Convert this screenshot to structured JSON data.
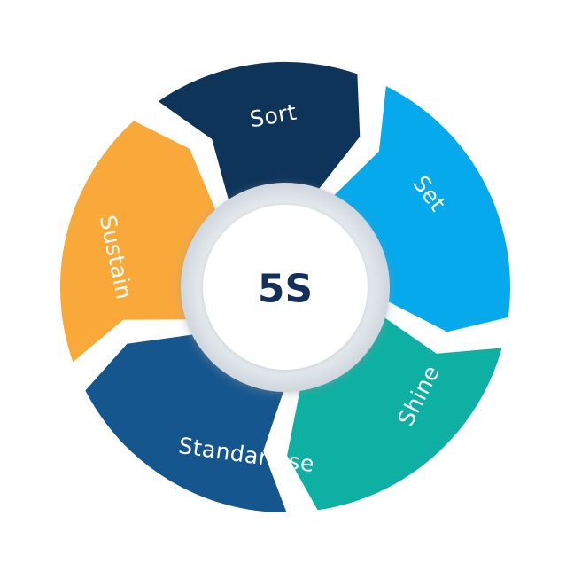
{
  "center": {
    "label": "5S"
  },
  "segments": [
    {
      "label": "Sort",
      "color": "#0e3459"
    },
    {
      "label": "Set",
      "color": "#05a9ec"
    },
    {
      "label": "Shine",
      "color": "#0db0a2"
    },
    {
      "label": "Standardise",
      "color": "#16568e"
    },
    {
      "label": "Sustain",
      "color": "#f9a93a"
    }
  ]
}
